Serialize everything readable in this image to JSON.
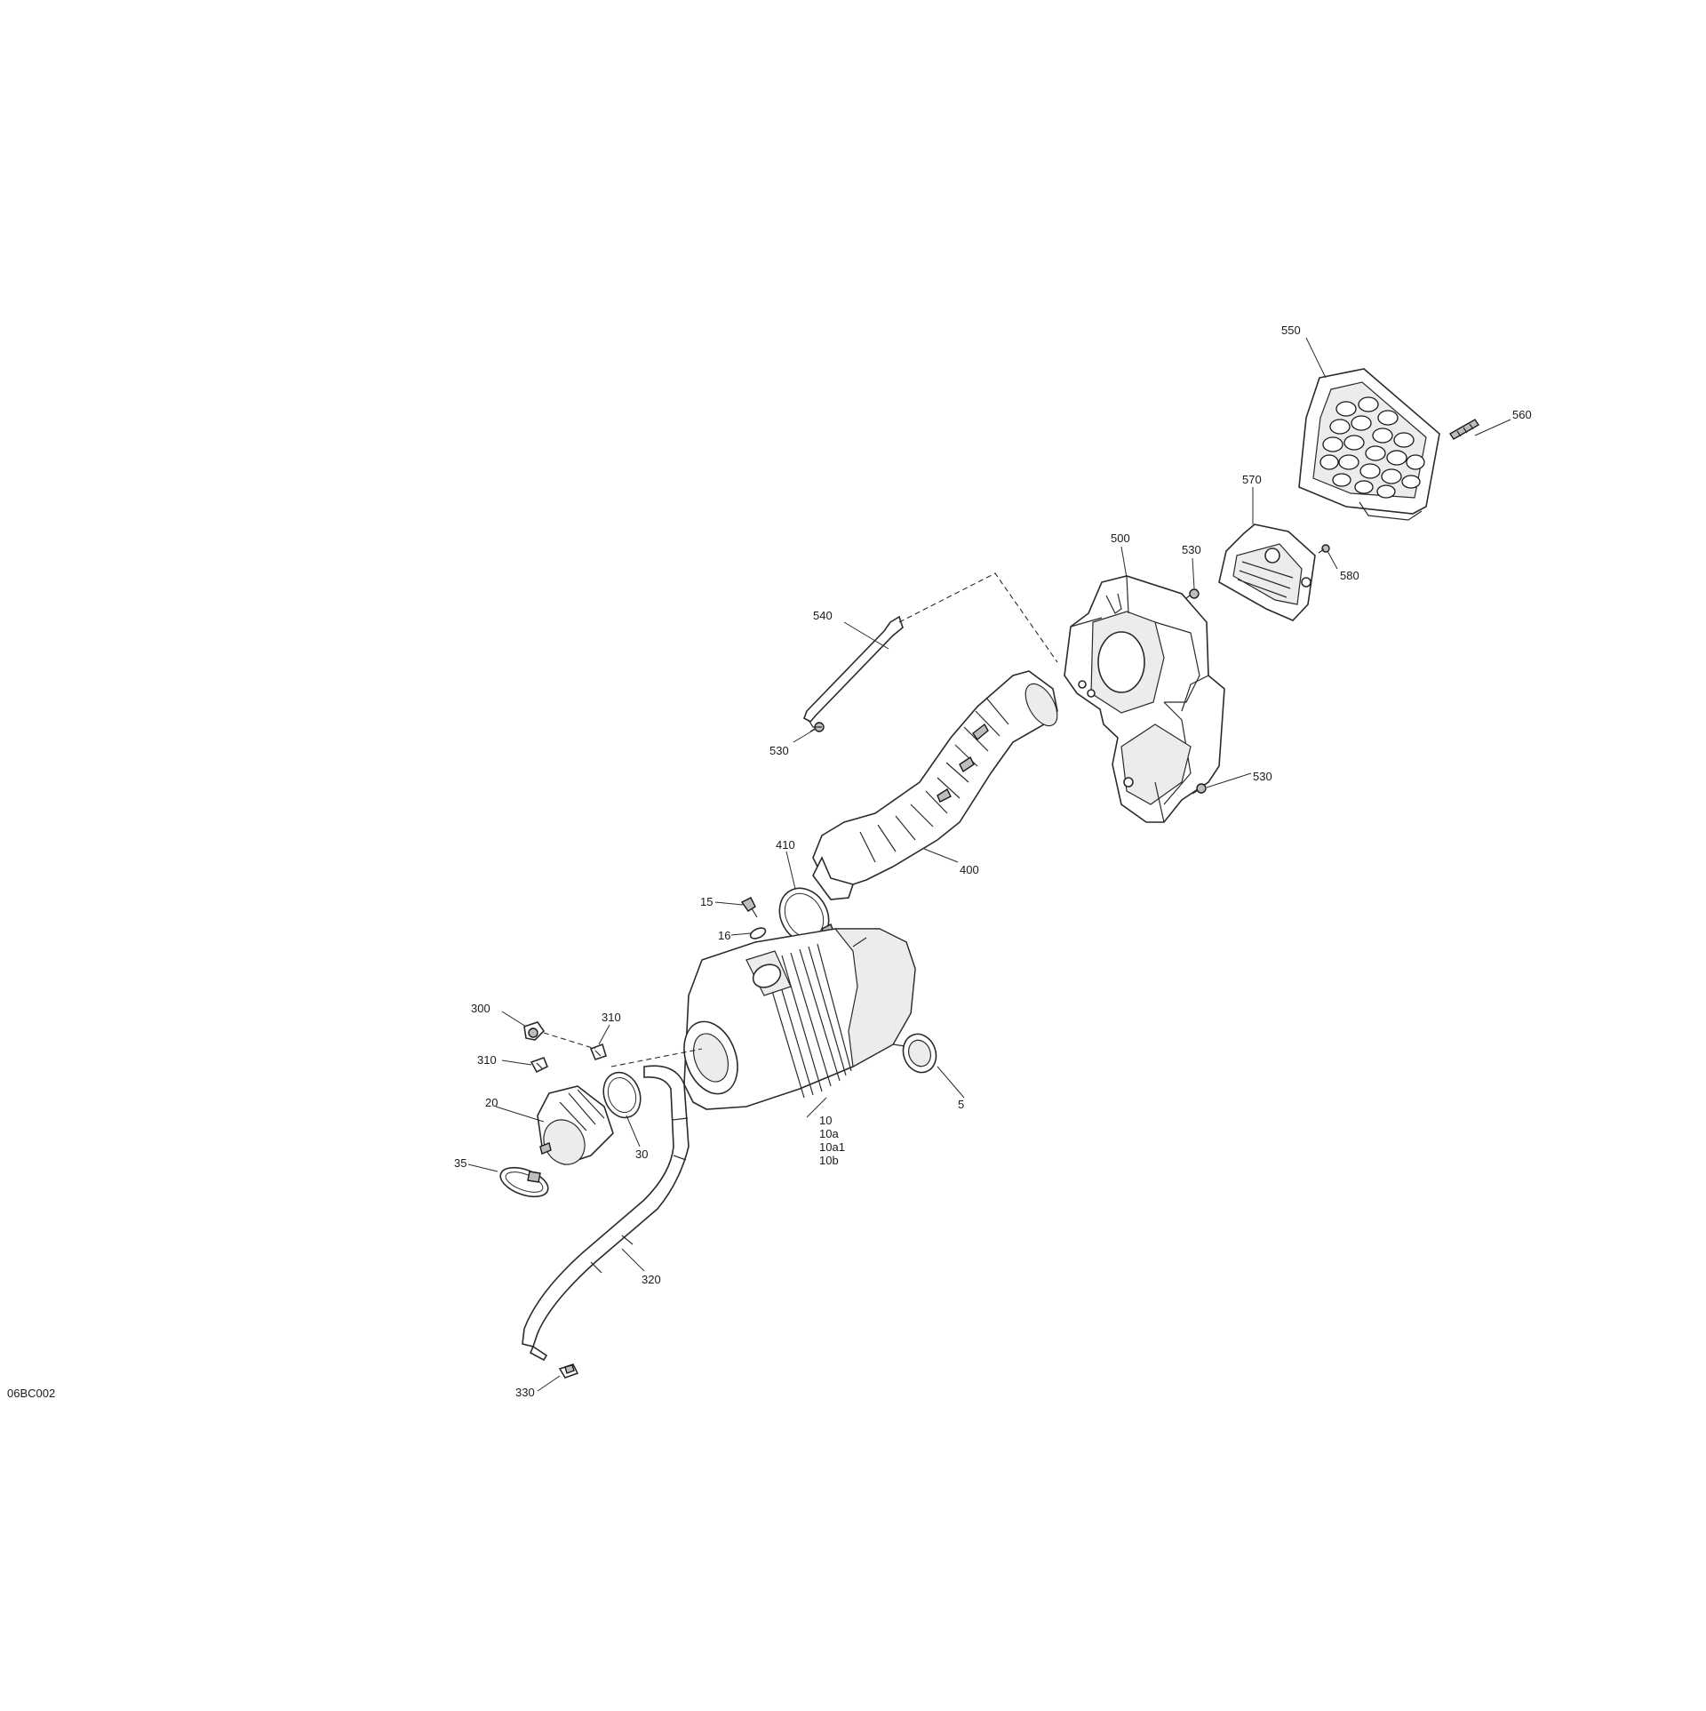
{
  "diagram_id": "06BC002",
  "parts": {
    "p5": "5",
    "p10": "10",
    "p10a": "10a",
    "p10a1": "10a1",
    "p10b": "10b",
    "p15": "15",
    "p16": "16",
    "p20": "20",
    "p30": "30",
    "p35": "35",
    "p300": "300",
    "p310a": "310",
    "p310b": "310",
    "p320": "320",
    "p330": "330",
    "p400": "400",
    "p410": "410",
    "p500": "500",
    "p530a": "530",
    "p530b": "530",
    "p530c": "530",
    "p540": "540",
    "p550": "550",
    "p560": "560",
    "p570": "570",
    "p580": "580"
  }
}
